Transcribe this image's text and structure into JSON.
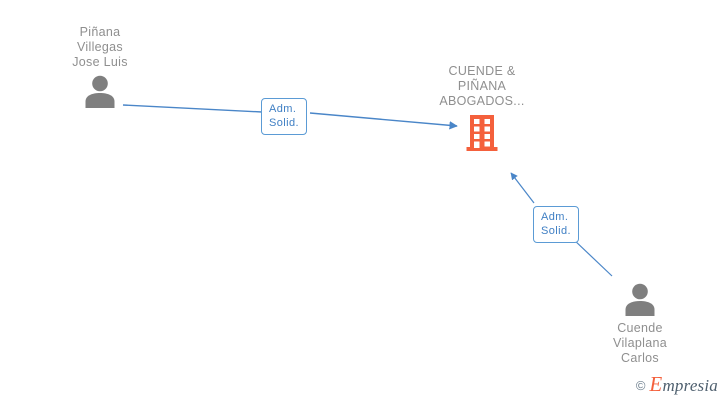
{
  "diagram": {
    "type": "relationship-graph",
    "nodes": [
      {
        "id": "person-left",
        "kind": "person",
        "icon": "person-icon",
        "label": "Piñana\nVillegas\nJose Luis",
        "label_position": "above"
      },
      {
        "id": "company",
        "kind": "company",
        "icon": "building-icon",
        "label": "CUENDE &\nPIÑANA\nABOGADOS...",
        "label_position": "above"
      },
      {
        "id": "person-right",
        "kind": "person",
        "icon": "person-icon",
        "label": "Cuende\nVilaplana\nCarlos",
        "label_position": "below"
      }
    ],
    "edges": [
      {
        "id": "edge-1",
        "from": "person-left",
        "to": "company",
        "label": "Adm.\nSolid.",
        "arrow": "to"
      },
      {
        "id": "edge-2",
        "from": "person-right",
        "to": "company",
        "label": "Adm.\nSolid.",
        "arrow": "to"
      }
    ]
  },
  "colors": {
    "company_orange": "#f4603c",
    "person_gray": "#7f7f7f",
    "edge_blue": "#4a86c8",
    "label_border": "#5b9bd5",
    "label_text": "#3f7fc4",
    "node_text": "#8f8f8f"
  },
  "watermark": {
    "copyright": "©",
    "brand_initial": "E",
    "brand_rest": "mpresia"
  }
}
